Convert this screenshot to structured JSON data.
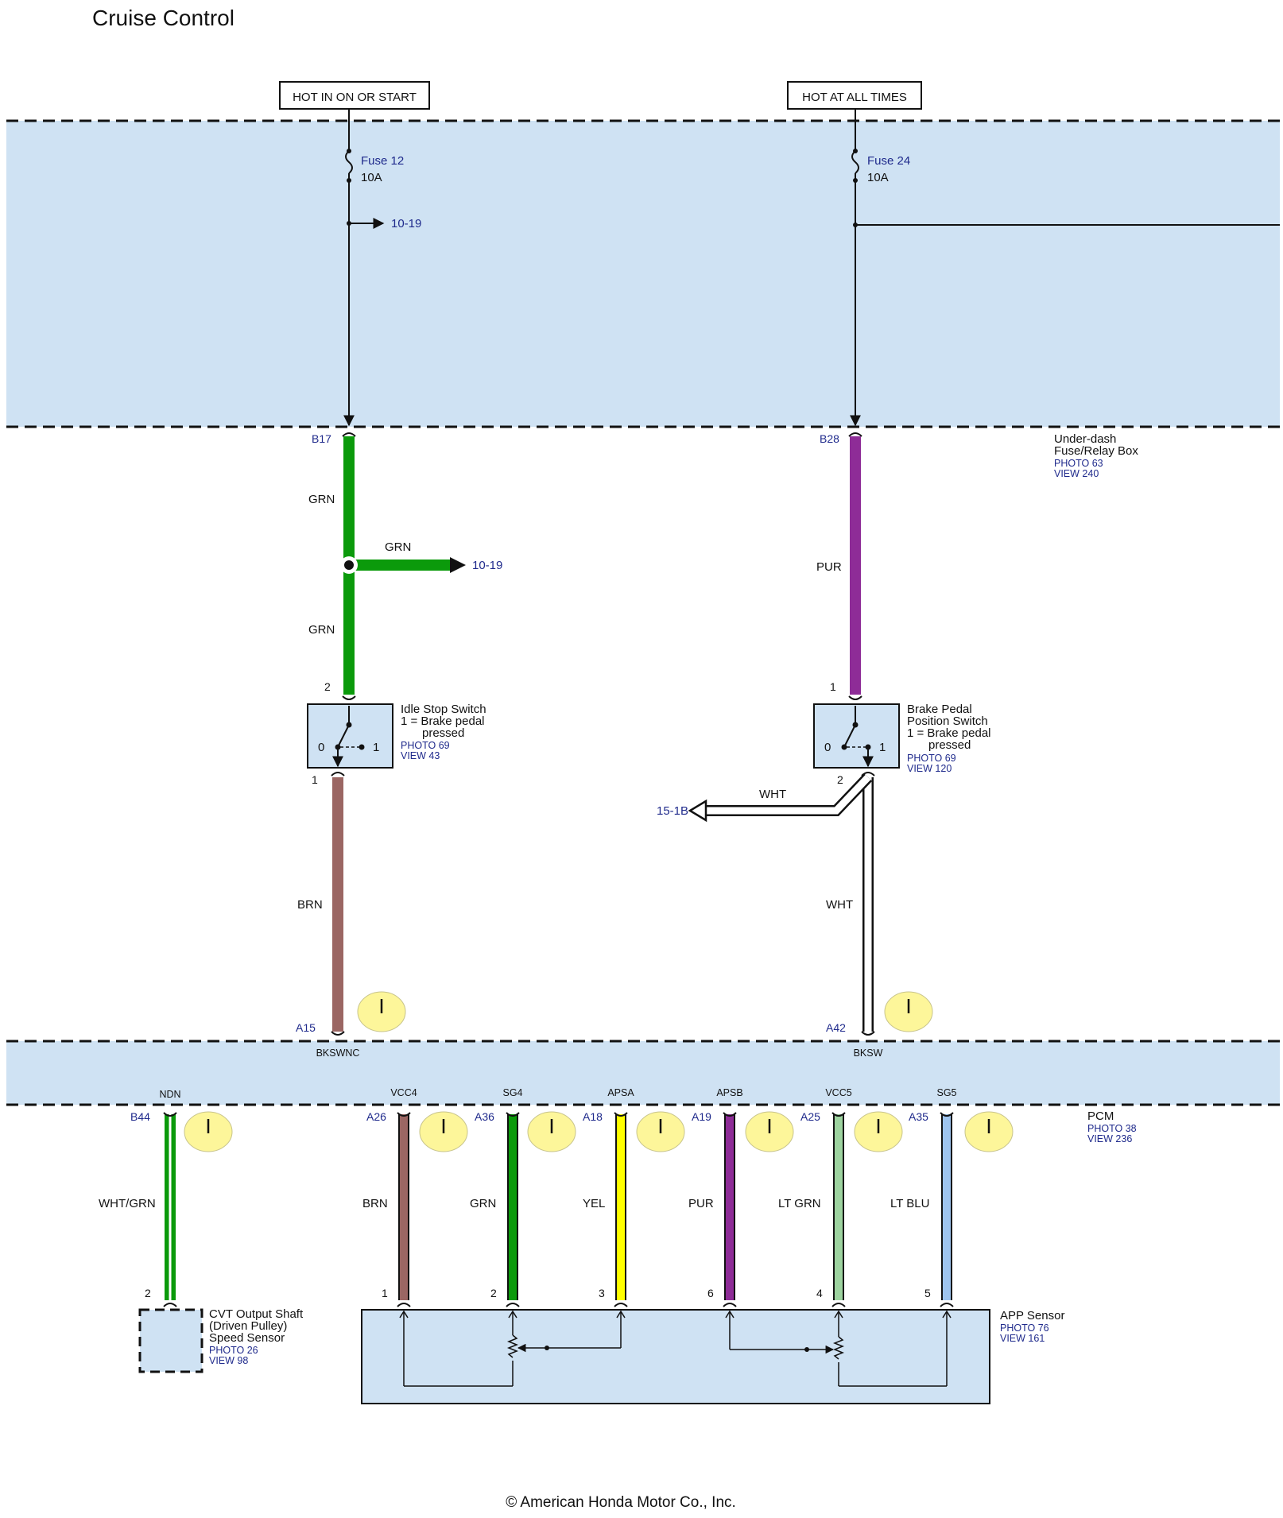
{
  "title": "Cruise Control",
  "copyright": "© American Honda Motor Co., Inc.",
  "colors": {
    "box_fill": "#cfe2f3",
    "grn": "#0b9a0b",
    "pur": "#8e2c97",
    "brn": "#9b6663",
    "yel": "#ffff00",
    "ltgrn": "#9dd39f",
    "ltblu": "#9ec4ee",
    "ref_blue": "#1f2a8c",
    "loc_circle": "#fdf69a"
  },
  "power": {
    "left_source": "HOT IN ON OR START",
    "right_source": "HOT AT ALL TIMES"
  },
  "fuse_box": {
    "fuse12_name": "Fuse 12",
    "fuse12_rating": "10A",
    "fuse24_name": "Fuse 24",
    "fuse24_rating": "10A",
    "fuse12_ref": "10-19",
    "name_line1": "Under-dash",
    "name_line2": "Fuse/Relay Box",
    "photo": "PHOTO 63",
    "view": "VIEW 240",
    "pin_left": "B17",
    "pin_right": "B28"
  },
  "wires": {
    "grn_upper": "GRN",
    "grn_branch": "GRN",
    "grn_lower": "GRN",
    "branch_ref": "10-19",
    "pur": "PUR",
    "brn": "BRN",
    "wht_branch": "WHT",
    "wht_ref": "15-1B",
    "wht_main": "WHT"
  },
  "idle_switch": {
    "name": "Idle Stop Switch",
    "desc_line1": "1 = Brake pedal",
    "desc_line2": "pressed",
    "photo": "PHOTO 69",
    "view": "VIEW 43",
    "pin_top": "2",
    "pin_bottom": "1",
    "pos0": "0",
    "pos1": "1"
  },
  "brake_switch": {
    "name_line1": "Brake Pedal",
    "name_line2": "Position Switch",
    "desc_line1": "1 = Brake pedal",
    "desc_line2": "pressed",
    "photo": "PHOTO 69",
    "view": "VIEW 120",
    "pin_top": "1",
    "pin_bottom": "2",
    "pos0": "0",
    "pos1": "1"
  },
  "pcm": {
    "name": "PCM",
    "photo": "PHOTO 38",
    "view": "VIEW 236",
    "top_pins": [
      {
        "pin": "A15",
        "signal": "BKSWNC"
      },
      {
        "pin": "A42",
        "signal": "BKSW"
      }
    ],
    "bottom_pins": [
      {
        "pin": "B44",
        "signal": "NDN",
        "wire": "WHT/GRN",
        "sensor_pin": "2"
      },
      {
        "pin": "A26",
        "signal": "VCC4",
        "wire": "BRN",
        "sensor_pin": "1"
      },
      {
        "pin": "A36",
        "signal": "SG4",
        "wire": "GRN",
        "sensor_pin": "2"
      },
      {
        "pin": "A18",
        "signal": "APSA",
        "wire": "YEL",
        "sensor_pin": "3"
      },
      {
        "pin": "A19",
        "signal": "APSB",
        "wire": "PUR",
        "sensor_pin": "6"
      },
      {
        "pin": "A25",
        "signal": "VCC5",
        "wire": "LT GRN",
        "sensor_pin": "4"
      },
      {
        "pin": "A35",
        "signal": "SG5",
        "wire": "LT BLU",
        "sensor_pin": "5"
      }
    ]
  },
  "cvt_sensor": {
    "name_line1": "CVT Output Shaft",
    "name_line2": "(Driven Pulley)",
    "name_line3": "Speed Sensor",
    "photo": "PHOTO 26",
    "view": "VIEW 98"
  },
  "app_sensor": {
    "name": "APP Sensor",
    "photo": "PHOTO 76",
    "view": "VIEW 161"
  }
}
